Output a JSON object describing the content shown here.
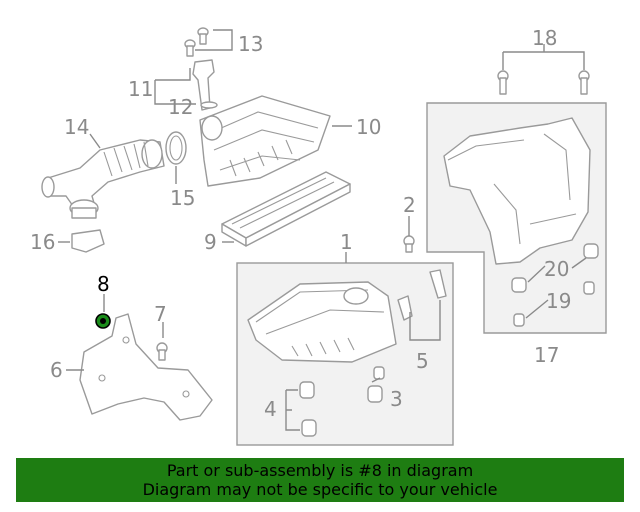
{
  "diagram": {
    "callouts": {
      "c1": "1",
      "c2": "2",
      "c3": "3",
      "c4": "4",
      "c5": "5",
      "c6": "6",
      "c7": "7",
      "c8": "8",
      "c9": "9",
      "c10": "10",
      "c11": "11",
      "c12": "12",
      "c13": "13",
      "c14": "14",
      "c15": "15",
      "c16": "16",
      "c17": "17",
      "c18": "18",
      "c19": "19",
      "c20": "20"
    },
    "highlight_color": "#1e7d12",
    "highlighted_part": "8"
  },
  "banner": {
    "line1": "Part or sub-assembly is #8 in diagram",
    "line2": "Diagram may not be specific to your vehicle"
  }
}
